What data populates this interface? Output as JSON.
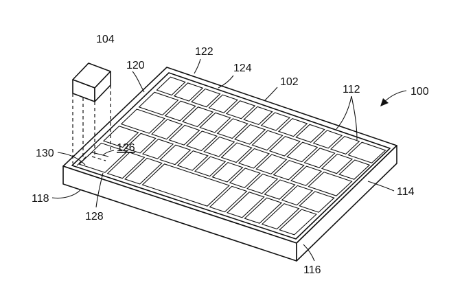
{
  "labels": {
    "ref_100": "100",
    "ref_102": "102",
    "ref_104": "104",
    "ref_112": "112",
    "ref_114": "114",
    "ref_116": "116",
    "ref_118": "118",
    "ref_120": "120",
    "ref_122": "122",
    "ref_124": "124",
    "ref_126": "126",
    "ref_128": "128",
    "ref_130": "130"
  },
  "colors": {
    "line": "#111111",
    "background": "#ffffff"
  }
}
